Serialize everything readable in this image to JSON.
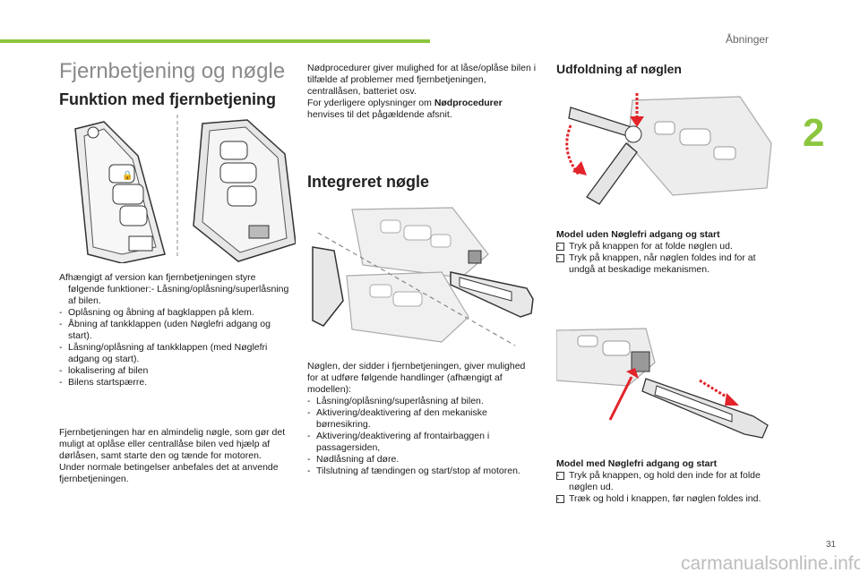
{
  "header": {
    "section_label": "Åbninger",
    "chapter_number": "2",
    "page_number": "31",
    "watermark": "carmanualsonline.info"
  },
  "col1": {
    "page_title": "Fjernbetjening og nøgle",
    "heading": "Funktion med fjernbetjening",
    "intro": "Afhængigt af version kan fjernbetjeningen styre følgende funktioner:-             Låsning/oplåsning/superlåsning af bilen.",
    "functions": [
      "Oplåsning og åbning af bagklappen på klem.",
      "Åbning af tankklappen (uden Nøglefri adgang og start).",
      "Låsning/oplåsning af tankklappen (med Nøglefri adgang og start).",
      "lokalisering af bilen",
      "Bilens startspærre."
    ],
    "para2": "Fjernbetjeningen har en almindelig nøgle, som gør det muligt at oplåse eller centrallåse bilen ved hjælp af dørlåsen, samt starte den og tænde for motoren.",
    "para3": "Under normale betingelser anbefales det at anvende fjernbetjeningen."
  },
  "col2": {
    "emergency_text": "Nødprocedurer giver mulighed for at låse/oplåse bilen i tilfælde af problemer med fjernbetjeningen, centrallåsen, batteriet osv.",
    "emergency_ref_prefix": "For yderligere oplysninger om ",
    "emergency_ref_bold": "Nødprocedurer",
    "emergency_ref_suffix": " henvises til det pågældende afsnit.",
    "heading": "Integreret nøgle",
    "intro": "Nøglen, der sidder i fjernbetjeningen, giver mulighed for at udføre følgende handlinger (afhængigt af modellen):",
    "actions": [
      "Låsning/oplåsning/superlåsning af bilen.",
      "Aktivering/deaktivering af den mekaniske børnesikring.",
      "Aktivering/deaktivering af frontairbaggen i passagersiden,",
      "Nødlåsning af døre.",
      "Tilslutning af tændingen og start/stop af motoren."
    ]
  },
  "col3": {
    "heading": "Udfoldning af nøglen",
    "model1_title": "Model uden Nøglefri adgang og start",
    "model1_steps": [
      "Tryk på knappen for at folde nøglen ud.",
      "Tryk på knappen, når nøglen foldes ind for at undgå at beskadige mekanismen."
    ],
    "model2_title": "Model med Nøglefri adgang og start",
    "model2_steps": [
      "Tryk på knappen, og hold den inde for at folde nøglen ud.",
      "Træk og hold i knappen, før nøglen foldes ind."
    ]
  },
  "colors": {
    "accent_green": "#8cc63f",
    "arrow_red": "#e2232a"
  }
}
